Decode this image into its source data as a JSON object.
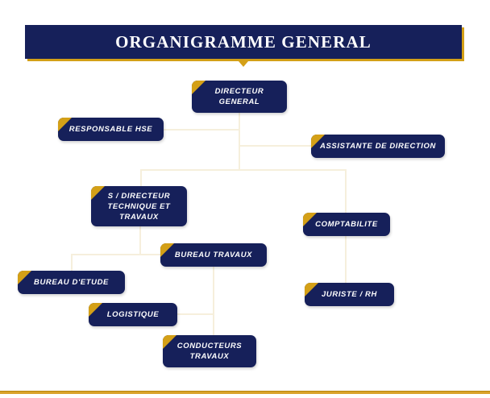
{
  "page": {
    "title": "ORGANIGRAMME GENERAL",
    "colors": {
      "navy": "#16205a",
      "gold": "#d4a017",
      "connector": "#f6efdc",
      "background": "#ffffff",
      "text": "#ffffff"
    }
  },
  "chart_data": {
    "type": "diagram",
    "title": "ORGANIGRAMME GENERAL",
    "nodes": [
      {
        "id": "directeur-general",
        "label": "DIRECTEUR\nGENERAL",
        "level": 0
      },
      {
        "id": "responsable-hse",
        "label": "RESPONSABLE HSE",
        "level": 1
      },
      {
        "id": "assistante-de-direction",
        "label": "ASSISTANTE DE DIRECTION",
        "level": 1
      },
      {
        "id": "s-directeur-technique",
        "label": "S / DIRECTEUR\nTECHNIQUE ET\nTRAVAUX",
        "level": 2
      },
      {
        "id": "comptabilite",
        "label": "COMPTABILITE",
        "level": 2
      },
      {
        "id": "bureau-travaux",
        "label": "BUREAU  TRAVAUX",
        "level": 3
      },
      {
        "id": "bureau-detude",
        "label": "BUREAU D'ETUDE",
        "level": 3
      },
      {
        "id": "juriste-rh",
        "label": "JURISTE / RH",
        "level": 3
      },
      {
        "id": "logistique",
        "label": "LOGISTIQUE",
        "level": 4
      },
      {
        "id": "conducteurs-travaux",
        "label": "CONDUCTEURS\nTRAVAUX",
        "level": 4
      }
    ],
    "edges": [
      {
        "from": "directeur-general",
        "to": "responsable-hse"
      },
      {
        "from": "directeur-general",
        "to": "assistante-de-direction"
      },
      {
        "from": "directeur-general",
        "to": "s-directeur-technique"
      },
      {
        "from": "directeur-general",
        "to": "comptabilite"
      },
      {
        "from": "s-directeur-technique",
        "to": "bureau-detude"
      },
      {
        "from": "s-directeur-technique",
        "to": "bureau-travaux"
      },
      {
        "from": "comptabilite",
        "to": "juriste-rh"
      },
      {
        "from": "bureau-travaux",
        "to": "logistique"
      },
      {
        "from": "bureau-travaux",
        "to": "conducteurs-travaux"
      }
    ]
  }
}
